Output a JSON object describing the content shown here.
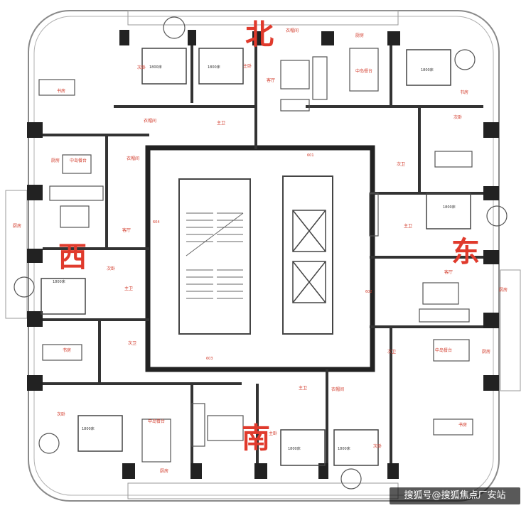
{
  "directions": {
    "north": "北",
    "south": "南",
    "east": "东",
    "west": "西",
    "color": "#e03a2c"
  },
  "watermark": "搜狐号@搜狐焦点厂安站",
  "bed_label": "1800床",
  "corridor_labels": [
    "601",
    "602",
    "603",
    "604"
  ],
  "rooms": {
    "bedroom_secondary": "次卧",
    "bedroom_master": "主卧",
    "study": "书房",
    "kitchen": "厨房",
    "living": "客厅",
    "dining": "中岛餐台",
    "bath_master": "主卫",
    "bath_secondary": "次卫",
    "closet": "衣帽间"
  },
  "colors": {
    "wall": "#222222",
    "line": "#555555",
    "label": "#d23a2a",
    "outline": "#9a9a9a"
  }
}
